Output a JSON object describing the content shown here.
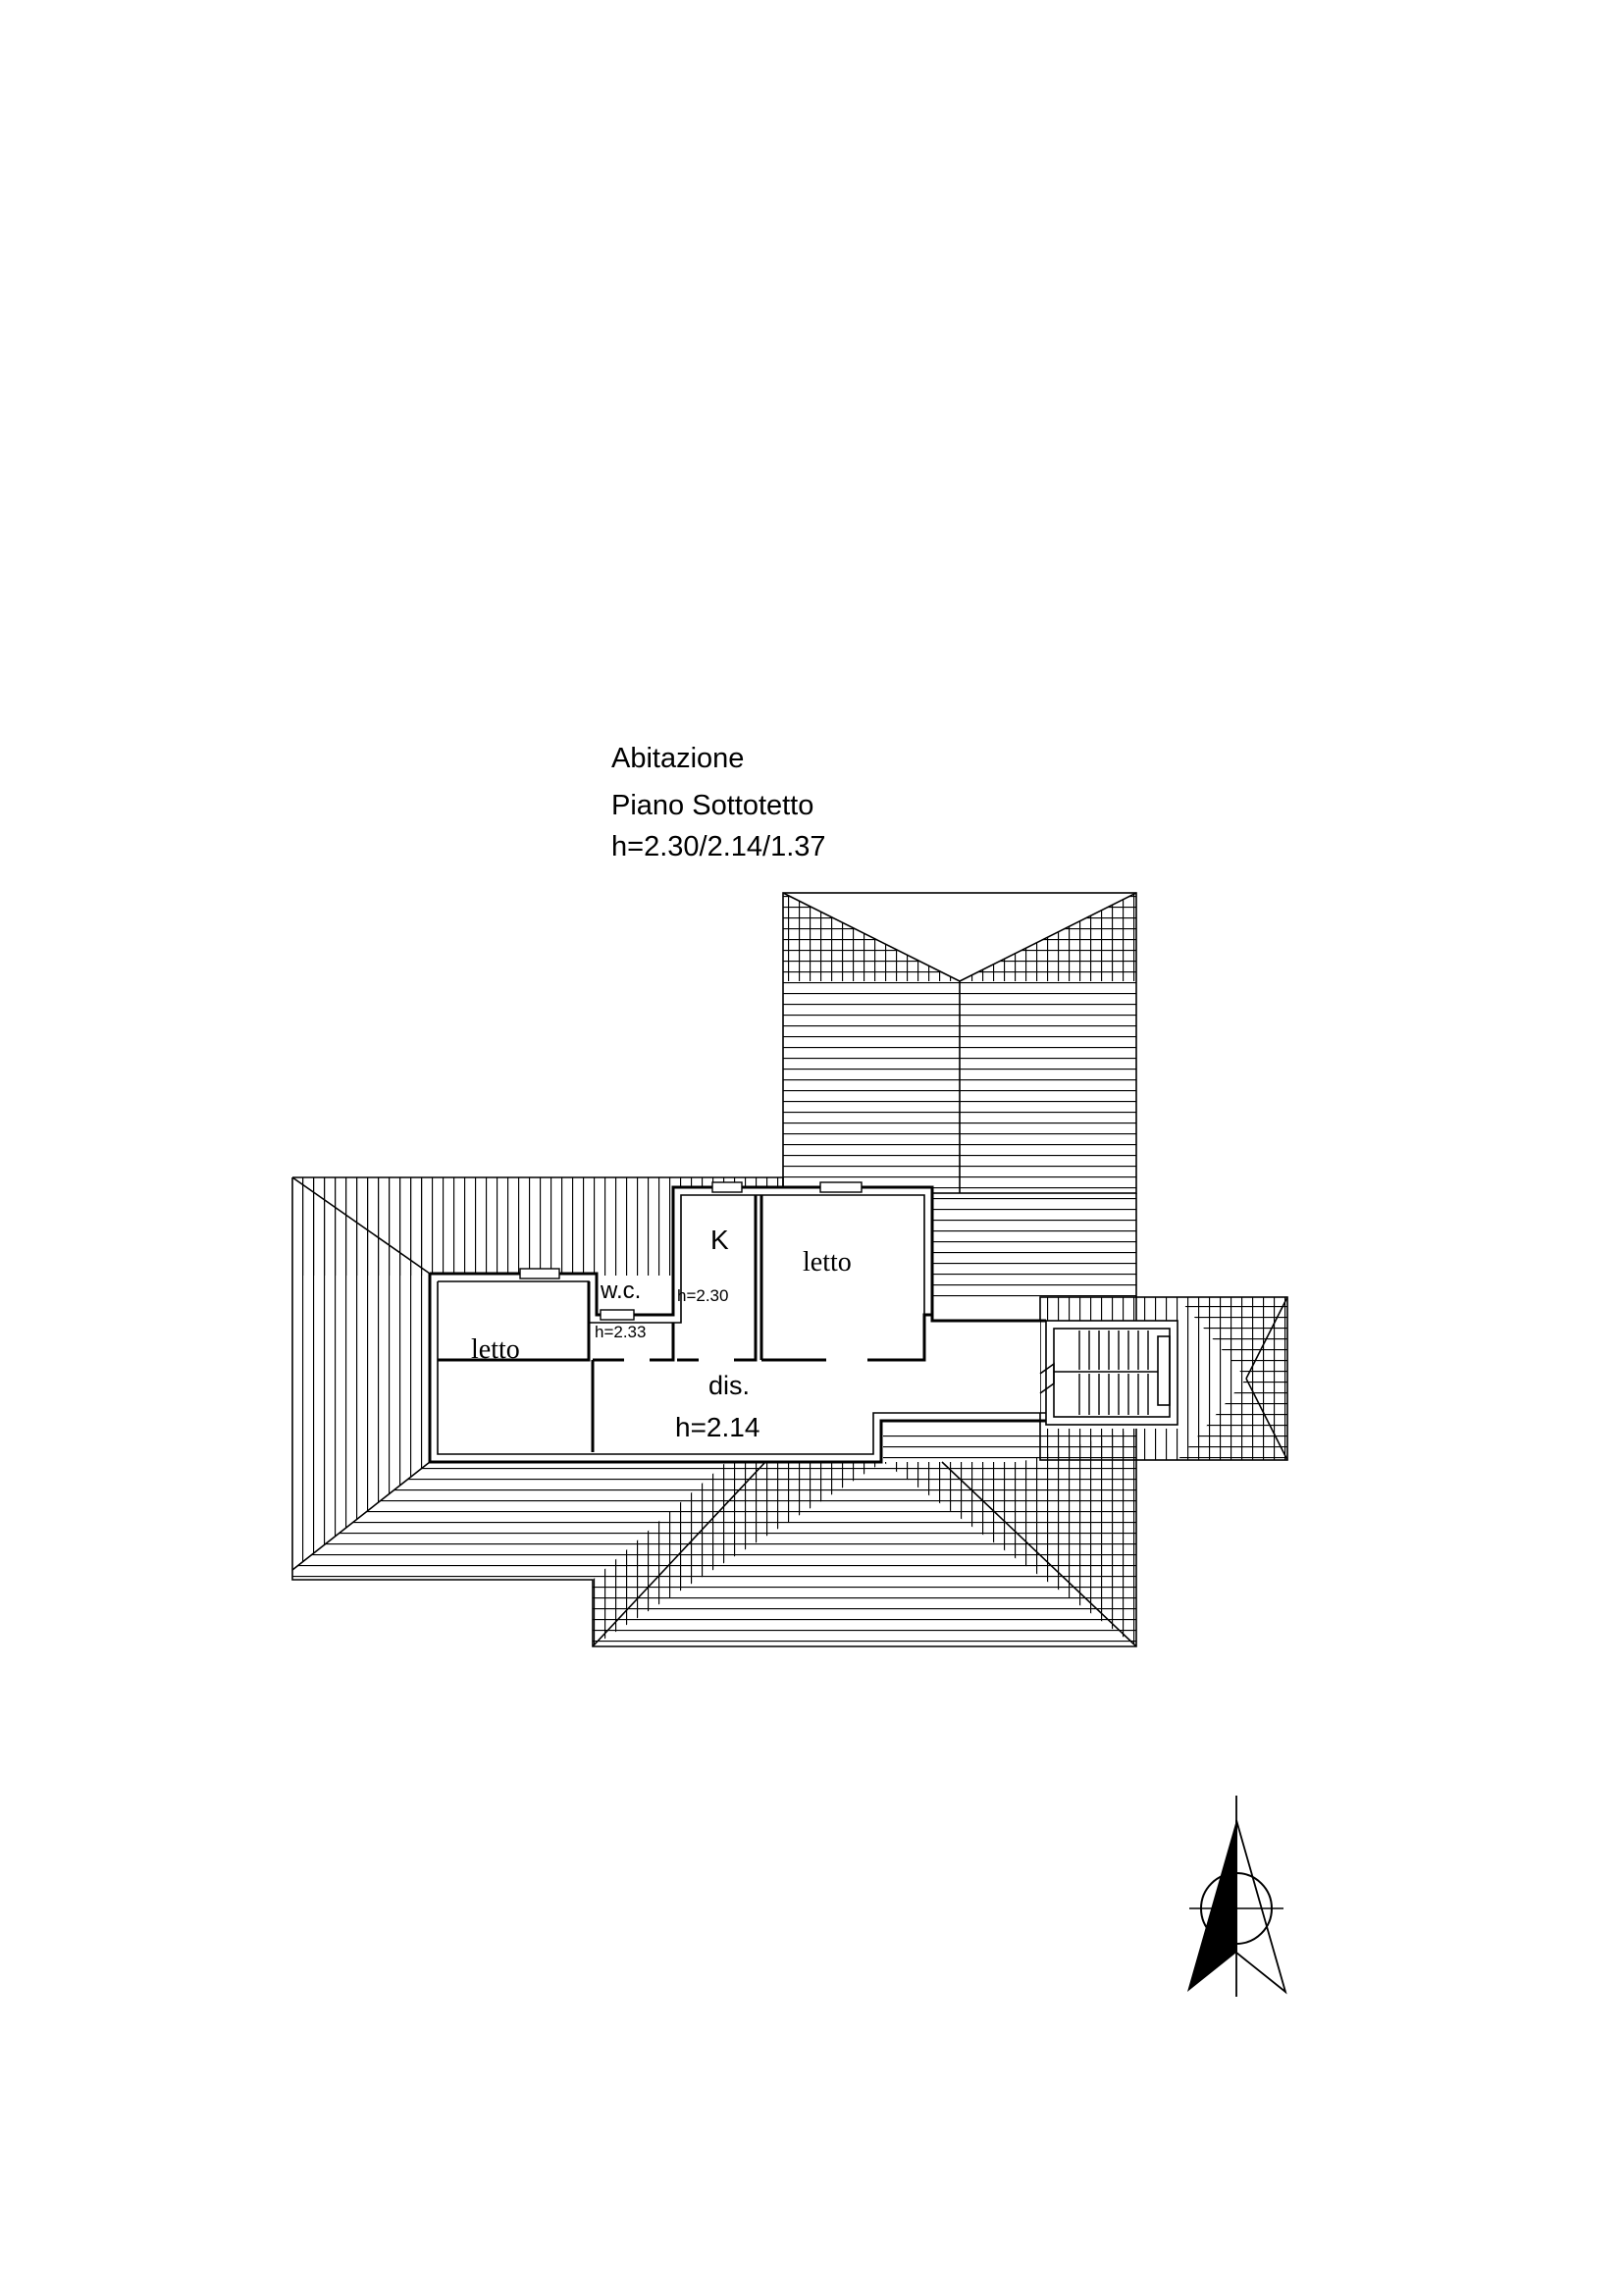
{
  "title": {
    "line1": "Abitazione",
    "line2": "Piano Sottotetto",
    "line3": "h=2.30/2.14/1.37"
  },
  "rooms": {
    "letto_left": "letto",
    "letto_right": "letto",
    "wc": "w.c.",
    "wc_height": "h=2.33",
    "kitchen": "K",
    "kitchen_height": "h=2.30",
    "dis": "dis.",
    "dis_height": "h=2.14"
  },
  "colors": {
    "ink": "#000000",
    "paper": "#ffffff",
    "north_arrow_fill": "#000000"
  }
}
